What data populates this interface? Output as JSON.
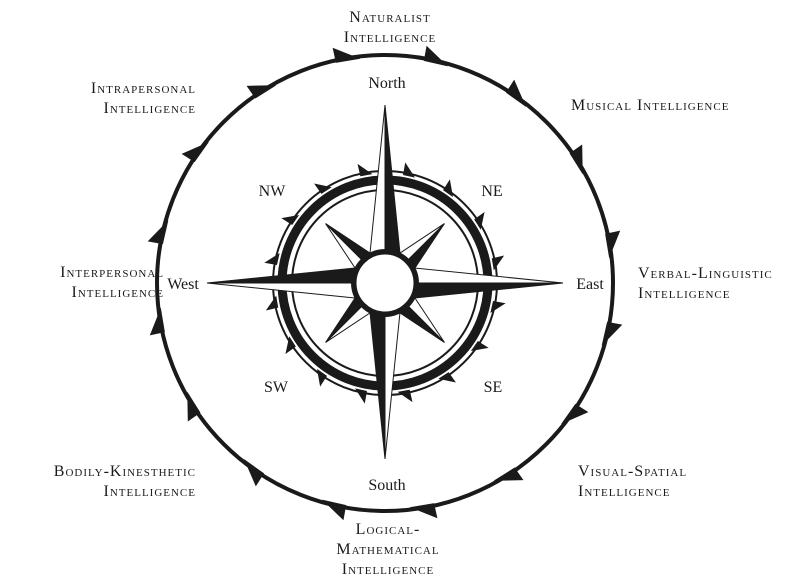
{
  "compass": {
    "north": "North",
    "south": "South",
    "east": "East",
    "west": "West",
    "nw": "NW",
    "ne": "NE",
    "sw": "SW",
    "se": "SE"
  },
  "intelligences": {
    "naturalist": [
      "Naturalist",
      "Intelligence"
    ],
    "musical": [
      "Musical Intelligence"
    ],
    "verbal_linguistic": [
      "Verbal-Linguistic",
      "Intelligence"
    ],
    "visual_spatial": [
      "Visual-Spatial",
      "Intelligence"
    ],
    "logical_mathematical": [
      "Logical-",
      "Mathematical",
      "Intelligence"
    ],
    "bodily_kinesthetic": [
      "Bodily-Kinesthetic",
      "Intelligence"
    ],
    "interpersonal": [
      "Interpersonal",
      "Intelligence"
    ],
    "intrapersonal": [
      "Intrapersonal",
      "Intelligence"
    ]
  }
}
